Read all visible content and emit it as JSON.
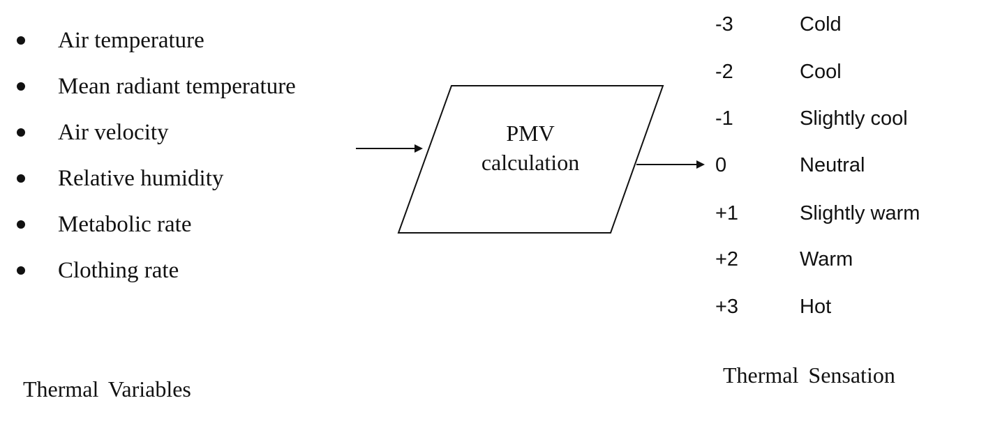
{
  "thermal_variables": {
    "items": [
      "Air temperature",
      "Mean radiant temperature",
      "Air velocity",
      "Relative humidity",
      "Metabolic rate",
      "Clothing rate"
    ],
    "caption": "Thermal Variables"
  },
  "process": {
    "line1": "PMV",
    "line2": "calculation"
  },
  "thermal_sensation": {
    "scale": [
      {
        "value": "-3",
        "label": "Cold"
      },
      {
        "value": "-2",
        "label": "Cool"
      },
      {
        "value": "-1",
        "label": "Slightly cool"
      },
      {
        "value": "0",
        "label": "Neutral"
      },
      {
        "value": "+1",
        "label": "Slightly warm"
      },
      {
        "value": "+2",
        "label": "Warm"
      },
      {
        "value": "+3",
        "label": "Hot"
      }
    ],
    "caption": "Thermal Sensation"
  },
  "colors": {
    "ink": "#111111",
    "background": "#ffffff"
  }
}
